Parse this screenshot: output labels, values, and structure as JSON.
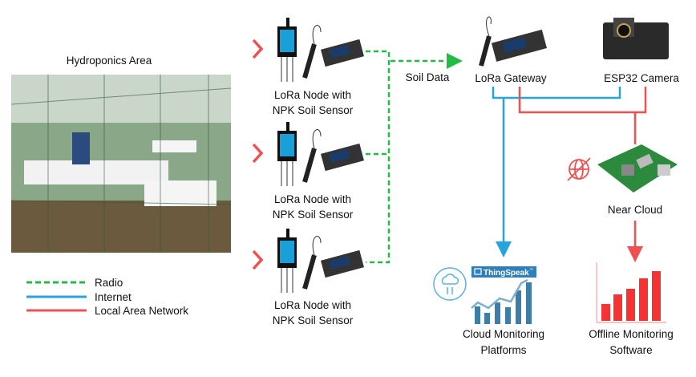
{
  "hydroponics": {
    "title": "Hydroponics Area"
  },
  "legend": [
    {
      "label": "Radio",
      "color": "#22bb44",
      "style": "dashed"
    },
    {
      "label": "Internet",
      "color": "#29a3e0",
      "style": "solid"
    },
    {
      "label": "Local Area Network",
      "color": "#f05050",
      "style": "solid"
    }
  ],
  "nodes": [
    {
      "line1": "LoRa Node with",
      "line2": "NPK Soil Sensor"
    },
    {
      "line1": "LoRa Node with",
      "line2": "NPK Soil Sensor"
    },
    {
      "line1": "LoRa Node with",
      "line2": "NPK Soil Sensor"
    }
  ],
  "soil_data_label": "Soil Data",
  "gateway": {
    "label": "LoRa Gateway"
  },
  "camera": {
    "label": "ESP32 Camera"
  },
  "near_cloud": {
    "label": "Near Cloud",
    "icon": "globe-crossed-icon"
  },
  "cloud": {
    "badge": "ThingSpeak",
    "badge_tm": "™",
    "line1": "Cloud Monitoring",
    "line2": "Platforms",
    "icon": "cloud-sync-icon"
  },
  "offline": {
    "line1": "Offline Monitoring",
    "line2": "Software"
  },
  "colors": {
    "radio": "#22bb44",
    "internet": "#29a3e0",
    "lan": "#f05050",
    "thingspeak": "#2f7fb8"
  }
}
